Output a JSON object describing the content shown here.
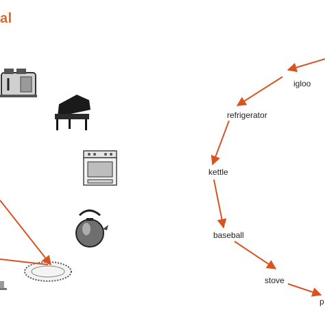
{
  "header": {
    "title_fragment": "al"
  },
  "colors": {
    "accent": "#e8641e",
    "arrow": "#d9531e",
    "text": "#222222"
  },
  "icons": [
    "toaster-icon",
    "piano-icon",
    "stove-icon",
    "kettle-icon",
    "protractor-icon"
  ],
  "words": {
    "igloo": "igloo",
    "refrigerator": "refrigerator",
    "kettle": "kettle",
    "baseball": "baseball",
    "stove": "stove",
    "p": "p"
  }
}
